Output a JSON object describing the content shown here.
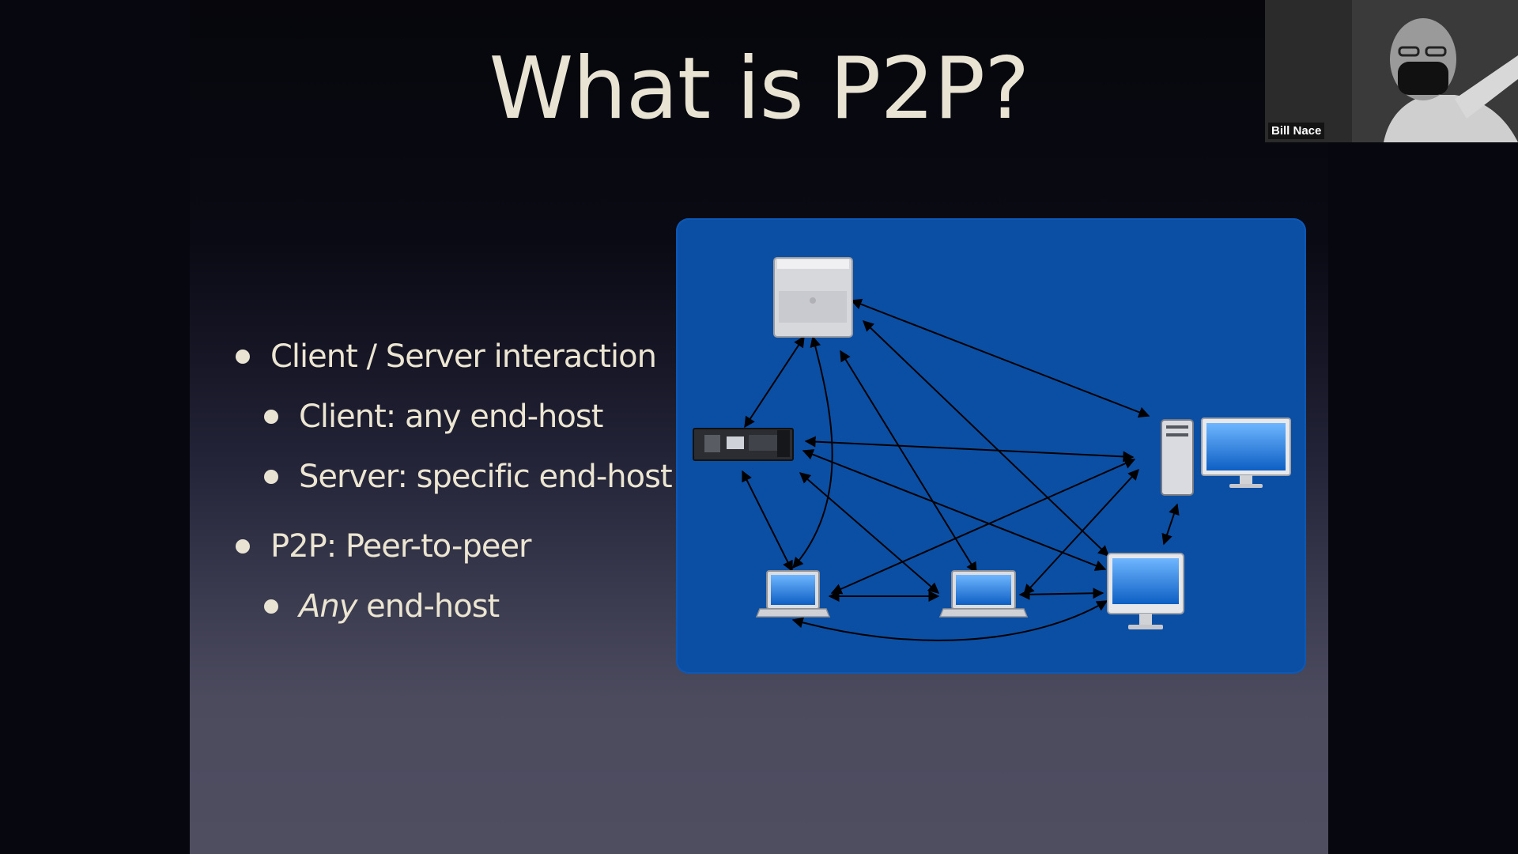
{
  "slide": {
    "title": "What is P2P?",
    "bullets": [
      {
        "level": 1,
        "text": "Client / Server interaction"
      },
      {
        "level": 2,
        "text": "Client: any end-host"
      },
      {
        "level": 2,
        "text": "Server: specific end-host"
      },
      {
        "level": 1,
        "text": "P2P: Peer-to-peer"
      },
      {
        "level": 2,
        "emphasis": "Any",
        "rest": " end-host"
      }
    ]
  },
  "diagram": {
    "panel_color": "#0b4fa5",
    "devices": [
      {
        "name": "tower-server-icon"
      },
      {
        "name": "rack-server-icon"
      },
      {
        "name": "desktop-tower-with-monitor-icon"
      },
      {
        "name": "laptop-left-icon"
      },
      {
        "name": "laptop-middle-icon"
      },
      {
        "name": "all-in-one-computer-icon"
      }
    ]
  },
  "webcam": {
    "participant_name": "Bill Nace"
  }
}
